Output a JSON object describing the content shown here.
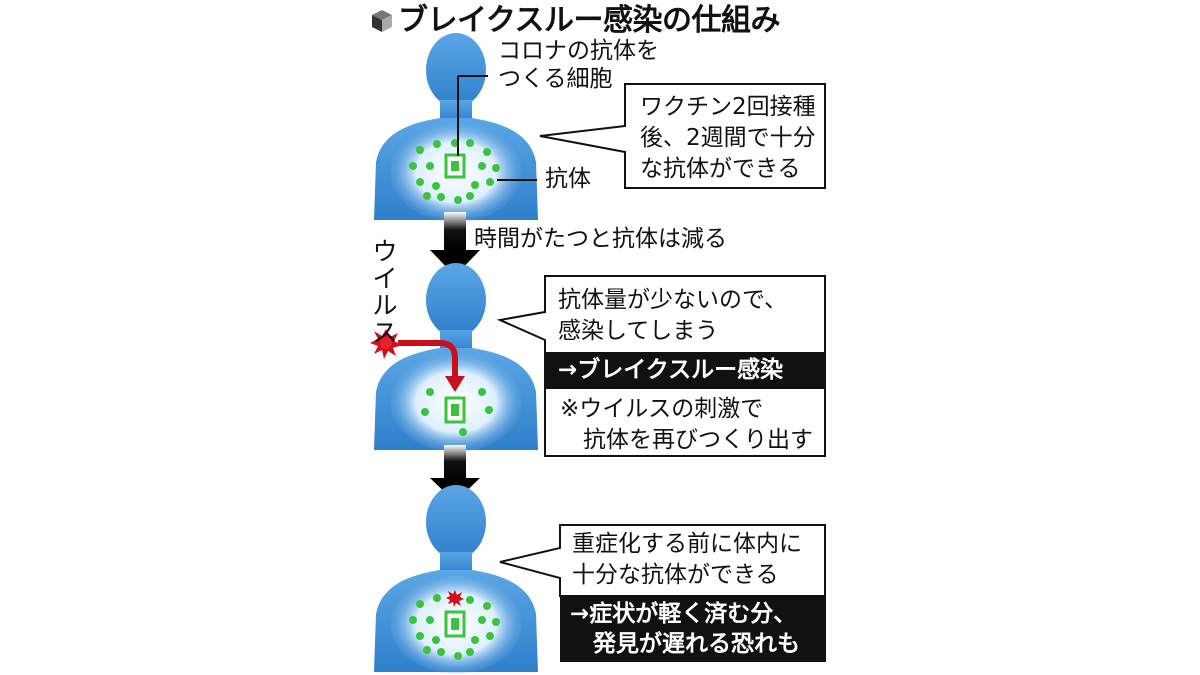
{
  "title": "ブレイクスルー感染の仕組み",
  "colors": {
    "body_blue": "#3f8fd6",
    "body_glow": "#e8f4ff",
    "antibody_green": "#39c43c",
    "virus_red": "#d0101a",
    "arrow_red": "#c8101c",
    "box_border": "#111111",
    "band_bg": "#111111"
  },
  "icons": [
    "cube-icon",
    "virus-icon",
    "down-arrow-icon",
    "red-path-arrow-icon"
  ],
  "stage1": {
    "cell_label_line1": "コロナの抗体を",
    "cell_label_line2": "つくる細胞",
    "antibody_label": "抗体",
    "note": [
      "ワクチン2回接種",
      "後、2週間で十分",
      "な抗体ができる"
    ]
  },
  "arrow1_label": "時間がたつと抗体は減る",
  "virus_label": "ウイルス",
  "stage2": {
    "note": [
      "抗体量が少ないので、",
      "感染してしまう"
    ],
    "result": "→ブレイクスルー感染",
    "footnote": [
      "※ウイルスの刺激で",
      "　抗体を再びつくり出す"
    ]
  },
  "stage3": {
    "note": [
      "重症化する前に体内に",
      "十分な抗体ができる"
    ],
    "result": [
      "→症状が軽く済む分、",
      "　発見が遅れる恐れも"
    ]
  }
}
